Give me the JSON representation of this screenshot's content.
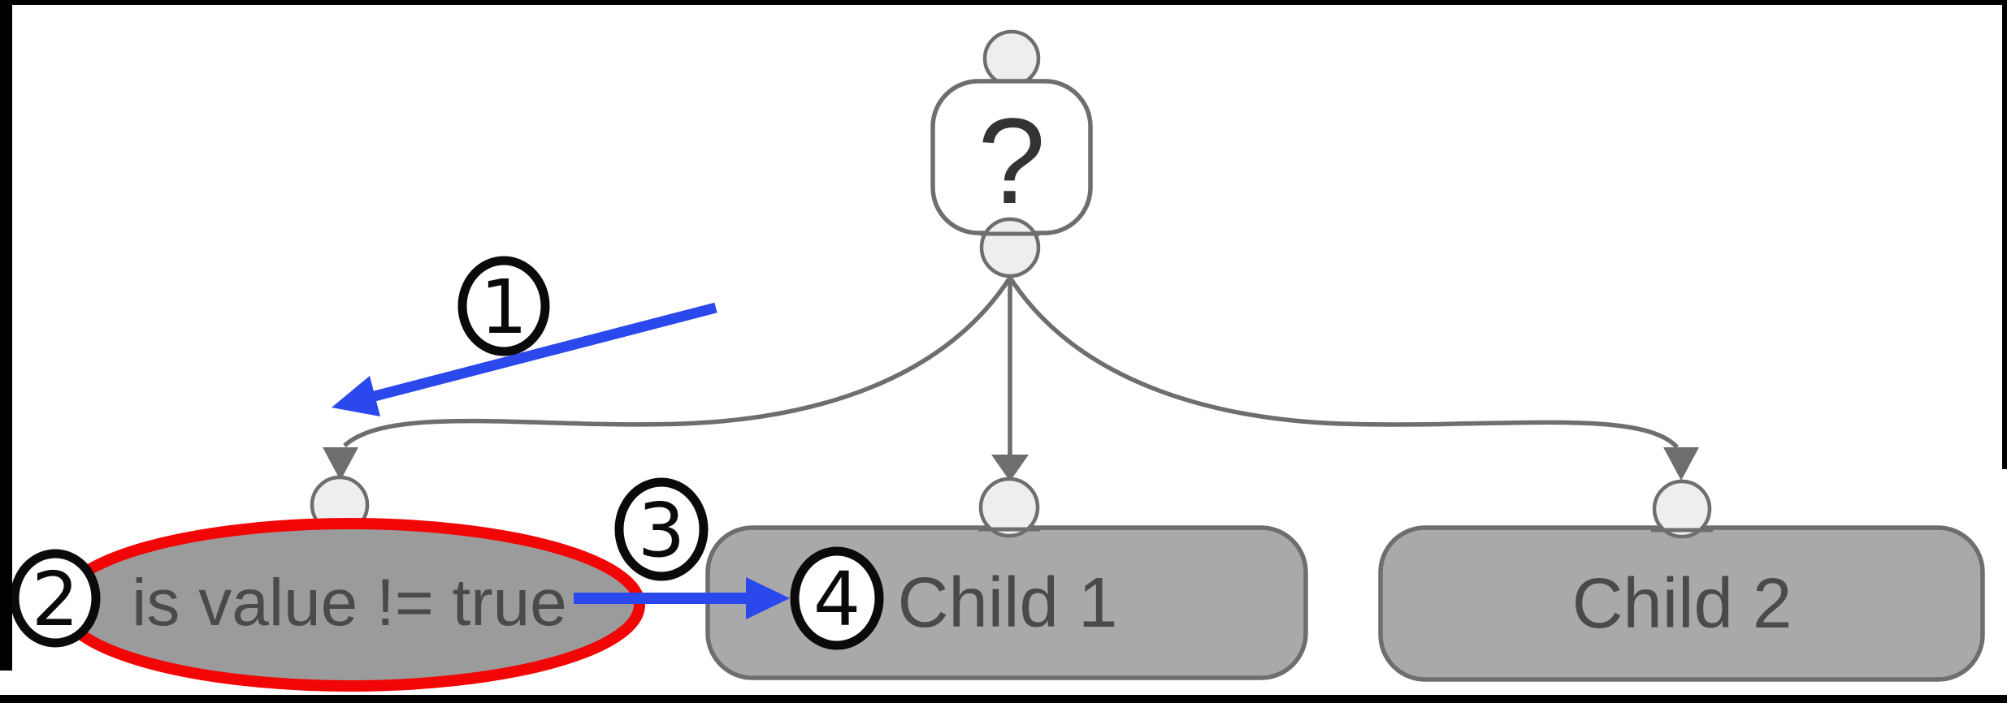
{
  "diagram": {
    "root_node": {
      "label": "?",
      "shape": "squircle"
    },
    "nodes": [
      {
        "id": "condition",
        "label": "is value != true",
        "shape": "ellipse",
        "highlighted": true
      },
      {
        "id": "child1",
        "label": "Child 1",
        "shape": "rounded-rect",
        "highlighted": false
      },
      {
        "id": "child2",
        "label": "Child 2",
        "shape": "rounded-rect",
        "highlighted": false
      }
    ],
    "edges": [
      {
        "from": "root",
        "to": "condition"
      },
      {
        "from": "root",
        "to": "child1"
      },
      {
        "from": "root",
        "to": "child2"
      }
    ],
    "annotations": {
      "steps": [
        {
          "step": "1",
          "type": "blue-arrow",
          "target": "edge root to condition"
        },
        {
          "step": "2",
          "type": "numbered-marker",
          "target": "condition node"
        },
        {
          "step": "3",
          "type": "blue-arrow",
          "target": "from condition to child1"
        },
        {
          "step": "4",
          "type": "numbered-marker",
          "target": "child1 node"
        }
      ]
    },
    "colors": {
      "highlight_red": "#f20505",
      "annotation_blue": "#2b48ec",
      "node_fill": "#a9a9a9",
      "ellipse_fill": "#9b9b9b",
      "edge_gray": "#6e6e6e",
      "node_text": "#4a4a4a",
      "port_fill": "#eeeeee",
      "frame_black": "#000000"
    }
  }
}
